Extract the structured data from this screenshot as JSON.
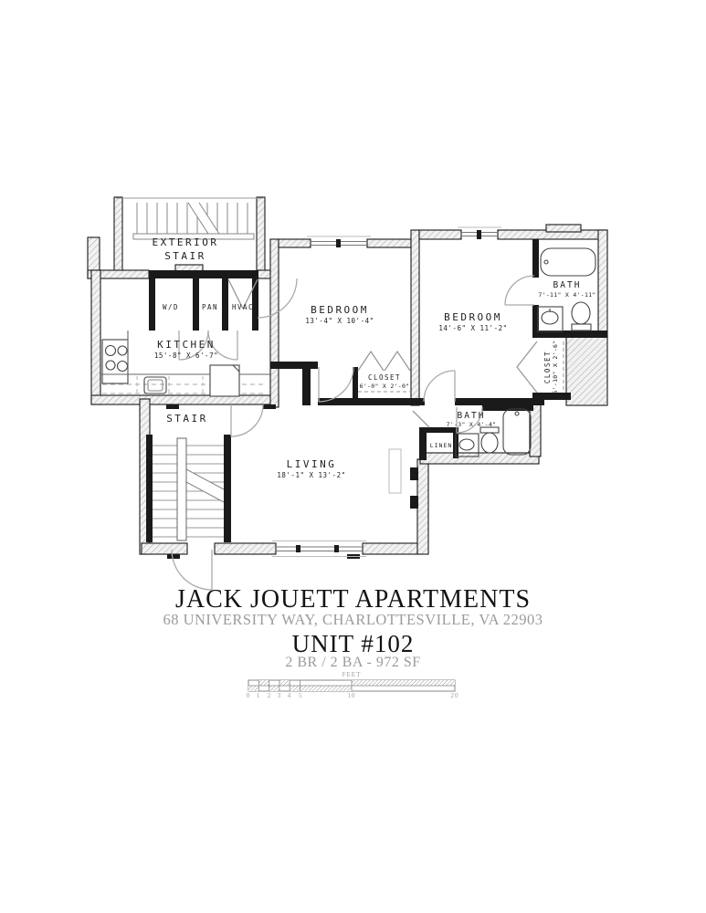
{
  "title_block": {
    "building_name": "JACK JOUETT APARTMENTS",
    "address": "68 UNIVERSITY WAY, CHARLOTTESVILLE, VA 22903",
    "unit": "UNIT #102",
    "unit_summary": "2 BR / 2 BA - 972 SF"
  },
  "rooms": {
    "exterior_stair": {
      "line1": "EXTERIOR",
      "line2": "STAIR"
    },
    "kitchen": {
      "name": "KITCHEN",
      "dims": "15'-8\" X 6'-7\""
    },
    "bedroom_left": {
      "name": "BEDROOM",
      "dims": "13'-4\" X 10'-4\""
    },
    "bedroom_right": {
      "name": "BEDROOM",
      "dims": "14'-6\" X 11'-2\""
    },
    "bath_upper": {
      "name": "BATH",
      "dims": "7'-11\" X 4'-11\""
    },
    "bath_lower": {
      "name": "BATH",
      "dims": "7'-3\" X 4'-4\""
    },
    "closet_bedroom_left": {
      "name": "CLOSET",
      "dims": "6'-0\" X 2'-0\""
    },
    "closet_bedroom_right": {
      "name": "CLOSET",
      "dims": "5'-10\" X 2'-6\""
    },
    "linen": {
      "name": "LINEN"
    },
    "stair": {
      "name": "STAIR"
    },
    "living": {
      "name": "LIVING",
      "dims": "18'-1\" X 13'-2\""
    },
    "utility": {
      "washer_dryer": "W/D",
      "pantry": "PAN",
      "hvac": "HVAC"
    }
  },
  "scale_bar": {
    "unit_label": "FEET",
    "ticks": [
      "0",
      "1",
      "2",
      "3",
      "4",
      "5",
      "10",
      "20"
    ]
  },
  "colors": {
    "wall_fill": "#f2f2f2",
    "wall_hatch_line": "#b5b5b5",
    "wall_line": "#1a1a1a",
    "door_arc": "#aaaaaa",
    "muted_text": "#9b9b9b",
    "label_text": "#222222"
  }
}
